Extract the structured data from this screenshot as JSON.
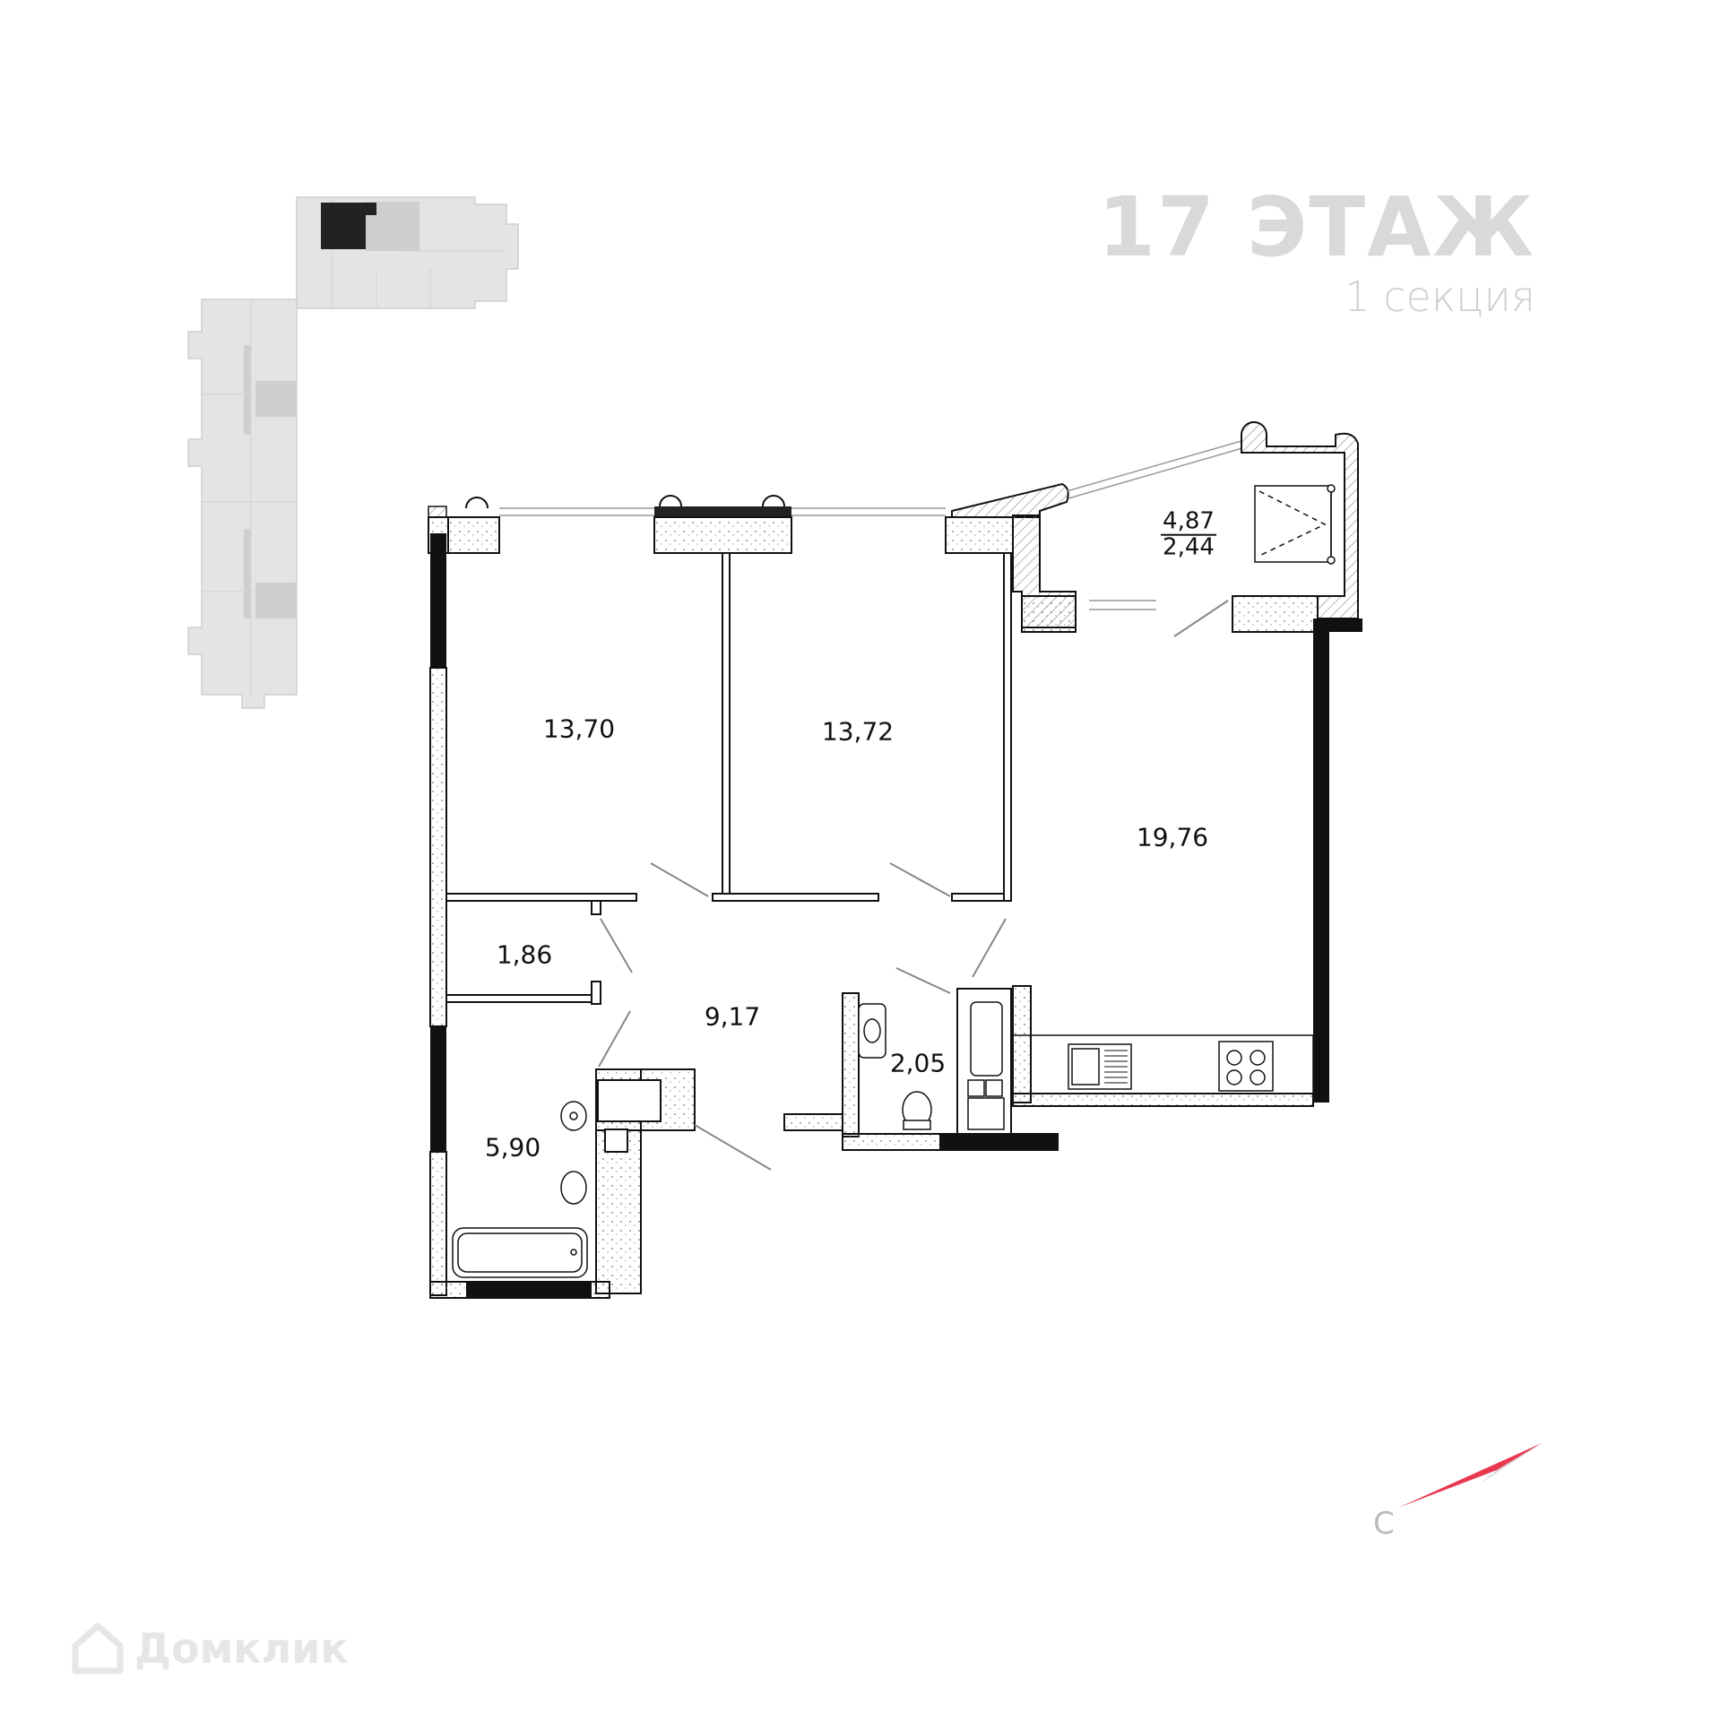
{
  "header": {
    "floor_label": "17 ЭТАЖ",
    "section_label": "1 секция"
  },
  "rooms": [
    {
      "id": "bedroom-1",
      "area": "13,70"
    },
    {
      "id": "bedroom-2",
      "area": "13,72"
    },
    {
      "id": "living-kitchen",
      "area": "19,76"
    },
    {
      "id": "storage",
      "area": "1,86"
    },
    {
      "id": "hallway",
      "area": "9,17"
    },
    {
      "id": "toilet",
      "area": "2,05"
    },
    {
      "id": "bathroom",
      "area": "5,90"
    }
  ],
  "balcony": {
    "area_total": "4,87",
    "area_reduced": "2,44"
  },
  "compass": {
    "north_label": "С",
    "arrow_color": "#e8384f"
  },
  "key_plan": {
    "highlight_color": "#222222",
    "building_color": "#e3e3e3"
  },
  "watermark": {
    "brand": "Домклик"
  }
}
